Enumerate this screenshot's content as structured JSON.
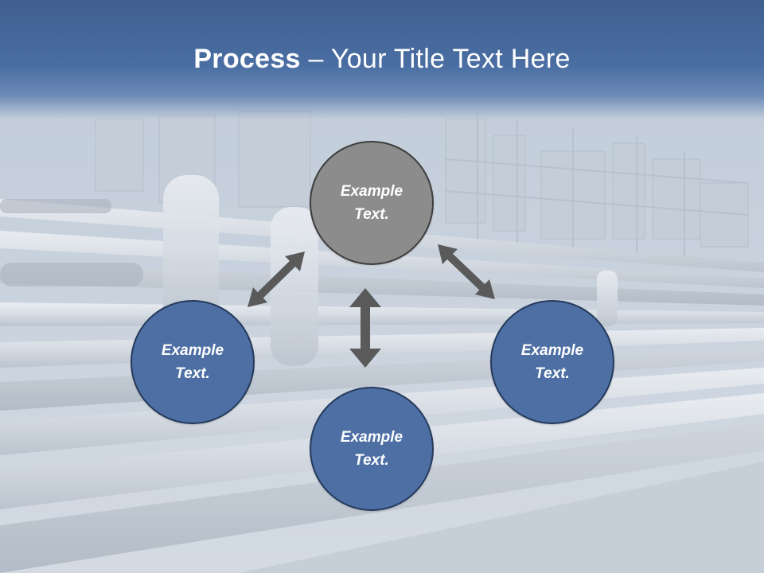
{
  "title": {
    "bold": "Process",
    "rest": " – Your Title Text Here"
  },
  "nodes": {
    "top": {
      "line1": "Example",
      "line2": "Text.",
      "color": "#8c8c8c"
    },
    "left": {
      "line1": "Example",
      "line2": "Text.",
      "color": "#4d6fa4"
    },
    "right": {
      "line1": "Example",
      "line2": "Text.",
      "color": "#4d6fa4"
    },
    "bottom": {
      "line1": "Example",
      "line2": "Text.",
      "color": "#4d6fa4"
    }
  },
  "colors": {
    "title_band": "#4a6ea3",
    "arrow": "#5a5a5a",
    "background": "#c9d2dc"
  }
}
